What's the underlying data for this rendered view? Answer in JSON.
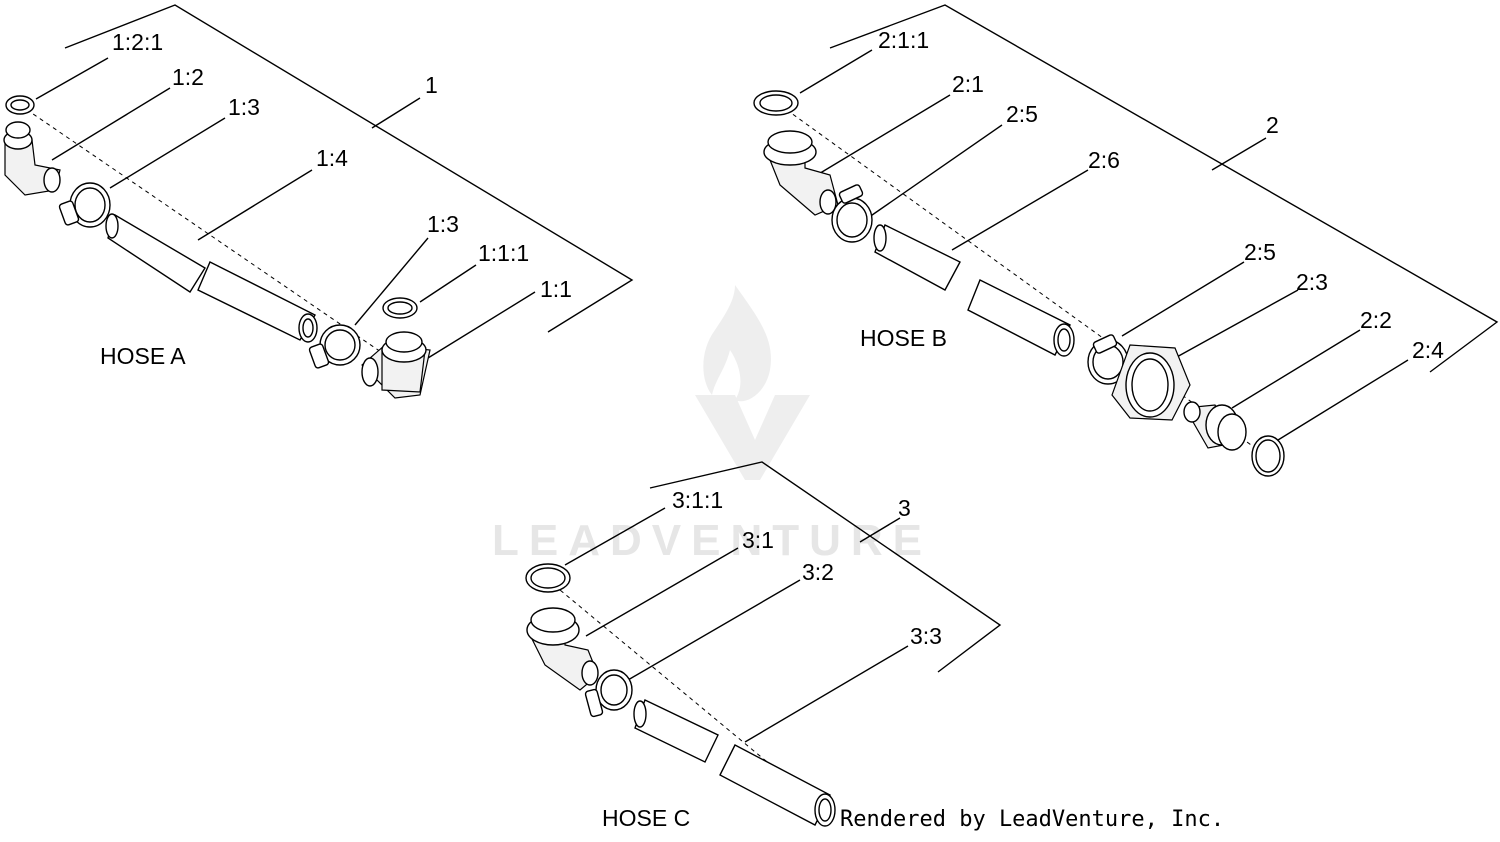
{
  "watermark": {
    "text": "LEADVENTURE",
    "color": "#e6e6e6"
  },
  "credit": "Rendered by LeadVenture, Inc.",
  "groups": [
    {
      "id": "1",
      "title": "HOSE A",
      "labels": [
        "1",
        "1:2:1",
        "1:2",
        "1:3",
        "1:4",
        "1:3",
        "1:1:1",
        "1:1"
      ]
    },
    {
      "id": "2",
      "title": "HOSE B",
      "labels": [
        "2",
        "2:1:1",
        "2:1",
        "2:5",
        "2:6",
        "2:5",
        "2:3",
        "2:2",
        "2:4"
      ]
    },
    {
      "id": "3",
      "title": "HOSE C",
      "labels": [
        "3",
        "3:1:1",
        "3:1",
        "3:2",
        "3:3"
      ]
    }
  ]
}
